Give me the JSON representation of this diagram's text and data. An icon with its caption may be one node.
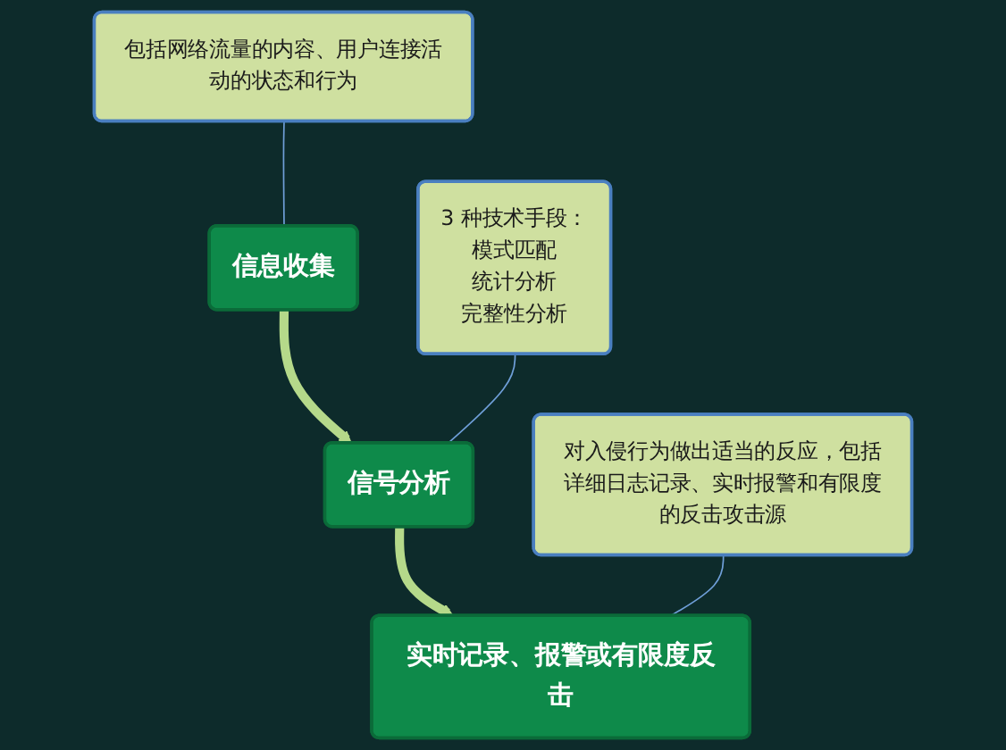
{
  "diagram": {
    "nodes": [
      {
        "text": [
          "信息收集"
        ]
      },
      {
        "text": [
          "信号分析"
        ]
      },
      {
        "text": [
          "实时记录、报警或有限度反击"
        ]
      },
      {
        "text": [
          "包括网络流量的内容、用户连接活动的状态和行为"
        ]
      },
      {
        "text": [
          "3 种技术手段：",
          "模式匹配",
          "统计分析",
          "完整性分析"
        ]
      },
      {
        "text": [
          "对入侵行为做出适当的反应，包括详细日志记录、实时报警和有限度的反击攻击源"
        ]
      }
    ],
    "edges": [
      {
        "from": 0,
        "to": 1,
        "arrow": "to",
        "style": "thick",
        "color": "#b5d98a"
      },
      {
        "from": 1,
        "to": 2,
        "arrow": "to",
        "style": "thick",
        "color": "#b5d98a"
      },
      {
        "from": 3,
        "to": 0,
        "arrow": "none",
        "color": "#6f9fd8"
      },
      {
        "from": 4,
        "to": 1,
        "arrow": "none",
        "color": "#6f9fd8"
      },
      {
        "from": 5,
        "to": 2,
        "arrow": "none",
        "color": "#6f9fd8"
      }
    ]
  }
}
